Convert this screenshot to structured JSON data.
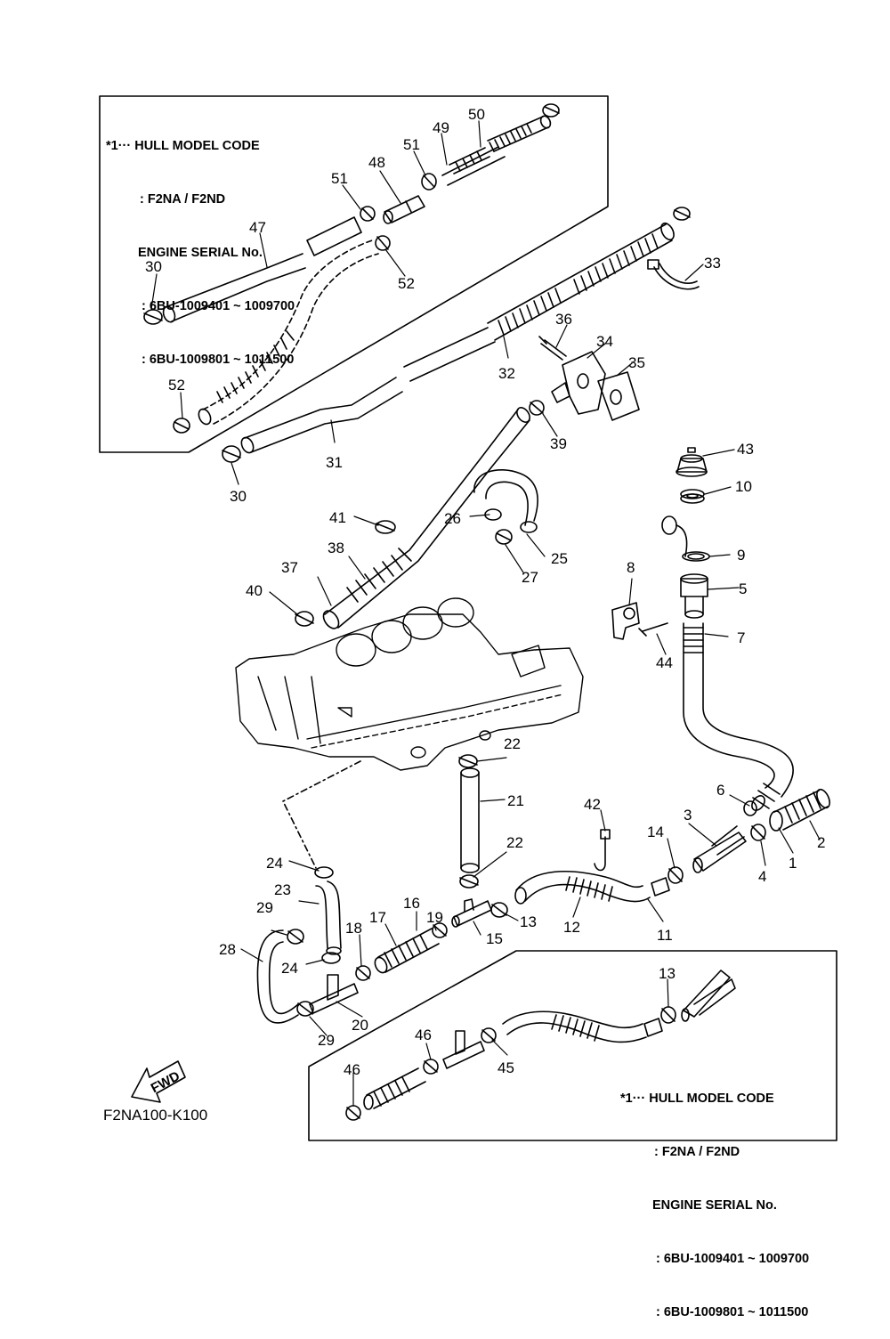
{
  "top_note": {
    "line1": "*1··· HULL MODEL CODE",
    "line2": ": F2NA / F2ND",
    "line3": "ENGINE SERIAL No.",
    "line4": ": 6BU-1009401 ~ 1009700",
    "line5": ": 6BU-1009801 ~ 1011500"
  },
  "bottom_note": {
    "line1": "*1··· HULL MODEL CODE",
    "line2": ": F2NA / F2ND",
    "line3": "ENGINE SERIAL No.",
    "line4": ": 6BU-1009401 ~ 1009700",
    "line5": ": 6BU-1009801 ~ 1011500"
  },
  "fwd_label": "FWD",
  "figure_code": "F2NA100-K100",
  "part_numbers": [
    "1",
    "2",
    "3",
    "4",
    "5",
    "6",
    "7",
    "8",
    "9",
    "10",
    "11",
    "12",
    "13",
    "13",
    "14",
    "15",
    "16",
    "17",
    "18",
    "19",
    "20",
    "21",
    "22",
    "22",
    "23",
    "24",
    "24",
    "25",
    "26",
    "27",
    "28",
    "29",
    "29",
    "30",
    "30",
    "31",
    "32",
    "33",
    "34",
    "35",
    "36",
    "37",
    "38",
    "39",
    "40",
    "41",
    "42",
    "43",
    "44",
    "45",
    "46",
    "46",
    "47",
    "48",
    "49",
    "50",
    "51",
    "51",
    "52",
    "52"
  ]
}
